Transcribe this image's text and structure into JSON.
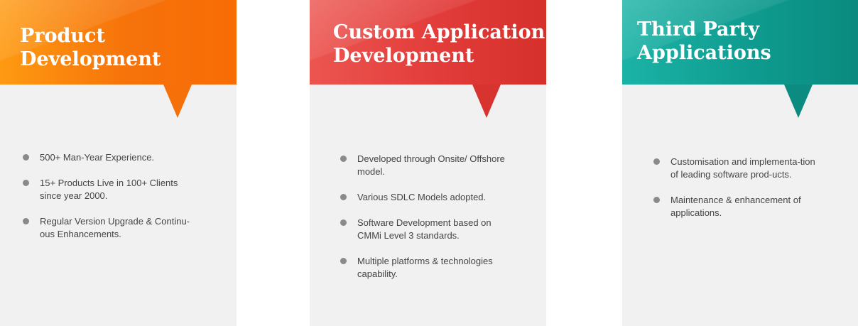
{
  "cards": [
    {
      "title": "Product\nDevelopment",
      "color": "#f6720a",
      "bullets": [
        "500+ Man-Year Experience.",
        "15+ Products Live in 100+ Clients since year 2000.",
        "Regular Version Upgrade & Continu-ous Enhancements."
      ]
    },
    {
      "title": "Custom Application\nDevelopment",
      "color": "#e0393a",
      "bullets": [
        "Developed through Onsite/ Offshore model.",
        "Various SDLC Models adopted.",
        "Software Development based on CMMi Level 3 standards.",
        "Multiple platforms & technologies capability."
      ]
    },
    {
      "title": "Third Party\nApplications",
      "color": "#0f9b8f",
      "bullets": [
        "Customisation and implementa-tion of leading software prod-ucts.",
        "Maintenance & enhancement of applications."
      ]
    }
  ]
}
